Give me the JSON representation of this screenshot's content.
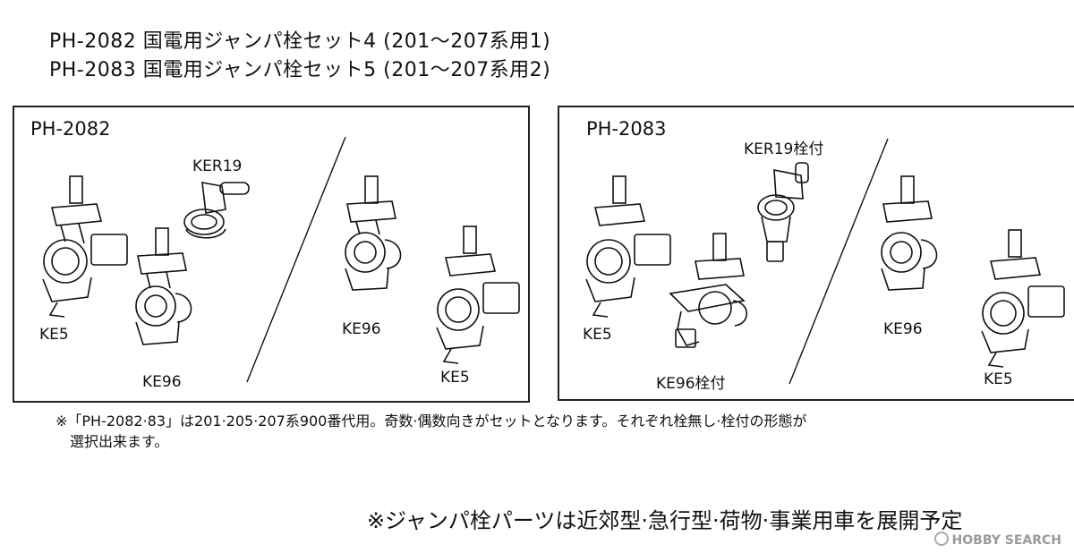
{
  "header": {
    "line1": "PH-2082 国電用ジャンパ栓セット4 (201～207系用1)",
    "line2": "PH-2083 国電用ジャンパ栓セット5 (201～207系用2)"
  },
  "panels": [
    {
      "title": "PH-2082",
      "labels": {
        "ker": "KER19",
        "ke5_left": "KE5",
        "ke96_left": "KE96",
        "ke96_right": "KE96",
        "ke5_right": "KE5"
      }
    },
    {
      "title": "PH-2083",
      "labels": {
        "ker": "KER19栓付",
        "ke5_left": "KE5",
        "ke96_left": "KE96栓付",
        "ke96_right": "KE96",
        "ke5_right": "KE5"
      }
    }
  ],
  "notes": {
    "line1": "※「PH-2082·83」は201·205·207系900番代用。奇数·偶数向きがセットとなります。それぞれ栓無し·栓付の形態が",
    "line2": "選択出来ます。"
  },
  "plan": "※ジャンパ栓パーツは近郊型·急行型·荷物·事業用車を展開予定",
  "watermark": {
    "text": "HOBBY SEARCH",
    "icon": "hobby-search-logo-icon"
  }
}
